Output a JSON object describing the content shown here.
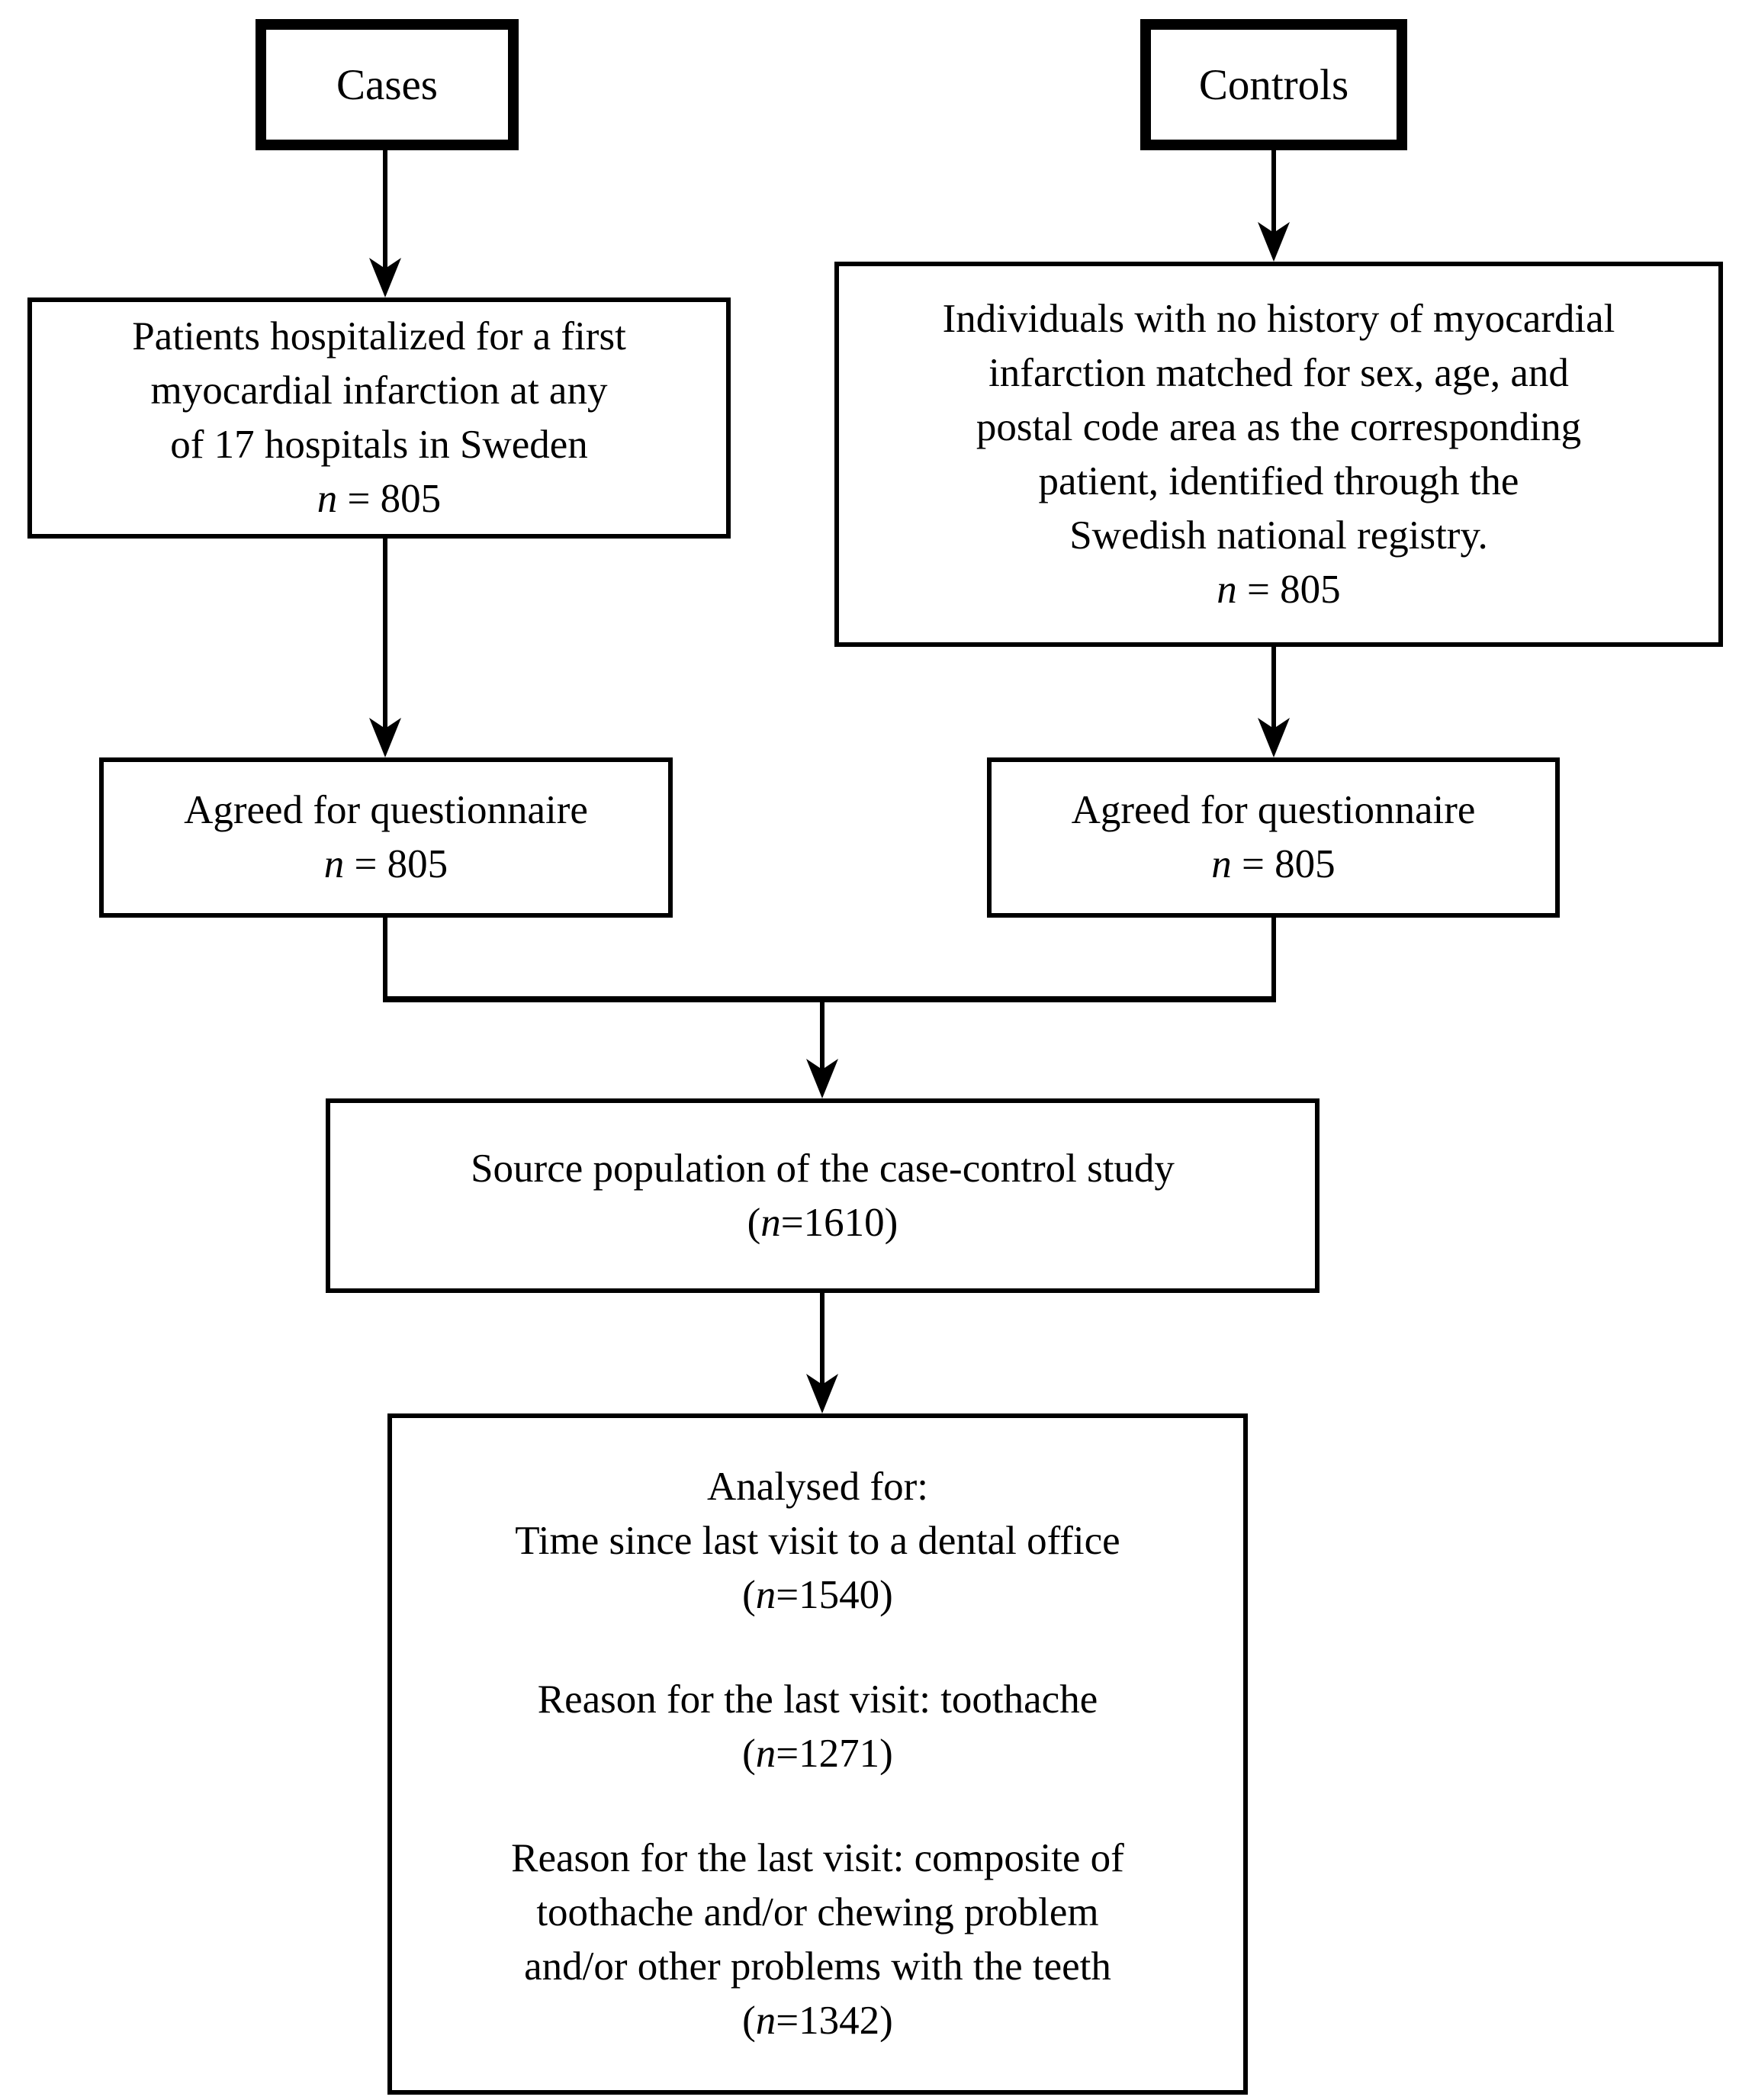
{
  "figure": {
    "kind": "study-flow-diagram",
    "colors": {
      "line": "#000000",
      "background": "#ffffff",
      "text": "#000000"
    }
  },
  "nodes": {
    "cases_header": {
      "label": "Cases"
    },
    "controls_header": {
      "label": "Controls"
    },
    "cases_population": {
      "text": "Patients hospitalized for a first\nmyocardial infarction at any\nof 17 hospitals in Sweden",
      "stat": {
        "pre": "",
        "n": "n",
        "post": " = 805"
      }
    },
    "controls_population": {
      "text": "Individuals with no history of myocardial\ninfarction matched for sex, age, and\npostal code area as the corresponding\npatient, identified through the\nSwedish national registry.",
      "stat": {
        "pre": "",
        "n": "n",
        "post": " = 805"
      }
    },
    "cases_agreed": {
      "text": "Agreed for questionnaire",
      "stat": {
        "pre": "",
        "n": "n",
        "post": " = 805"
      }
    },
    "controls_agreed": {
      "text": "Agreed for questionnaire",
      "stat": {
        "pre": "",
        "n": "n",
        "post": " = 805"
      }
    },
    "source_population": {
      "text": "Source population of the case-control study",
      "stat": {
        "pre": "(",
        "n": "n",
        "post": "=1610)"
      }
    },
    "analysed": {
      "sections": [
        {
          "text": "Analysed for:\nTime since last visit to a dental office",
          "stat": {
            "pre": "(",
            "n": "n",
            "post": "=1540)"
          }
        },
        {
          "text": "Reason for the last visit: toothache",
          "stat": {
            "pre": "(",
            "n": "n",
            "post": "=1271)"
          }
        },
        {
          "text": "Reason for the last visit: composite of\ntoothache and/or chewing problem\nand/or other problems with the teeth",
          "stat": {
            "pre": "(",
            "n": "n",
            "post": "=1342)"
          }
        }
      ]
    }
  },
  "edges": [
    {
      "from": "cases_header",
      "to": "cases_population"
    },
    {
      "from": "controls_header",
      "to": "controls_population"
    },
    {
      "from": "cases_population",
      "to": "cases_agreed"
    },
    {
      "from": "controls_population",
      "to": "controls_agreed"
    },
    {
      "from": "cases_agreed",
      "to": "source_population"
    },
    {
      "from": "controls_agreed",
      "to": "source_population"
    },
    {
      "from": "source_population",
      "to": "analysed"
    }
  ]
}
